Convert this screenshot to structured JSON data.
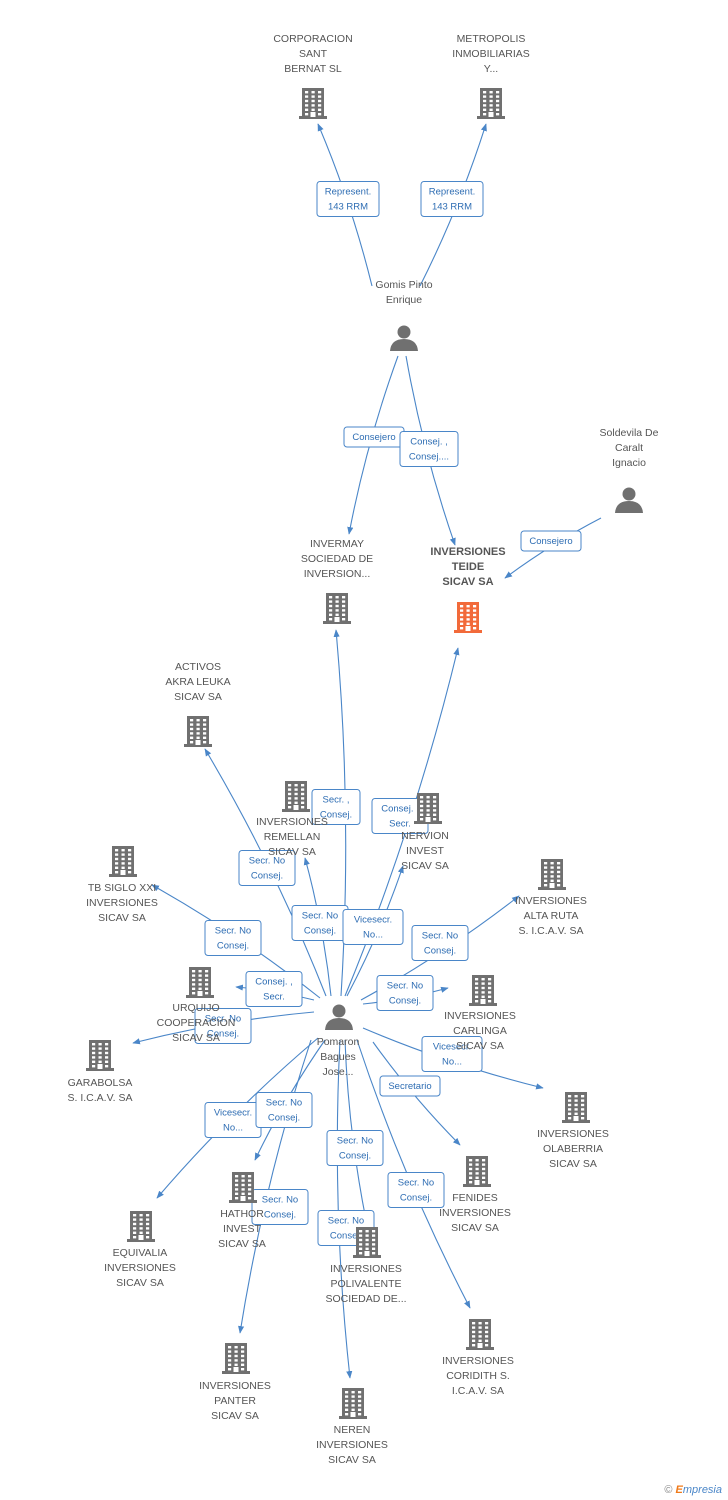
{
  "colors": {
    "edge": "#4a86c8",
    "node": "#707070",
    "main_node": "#f26a3a"
  },
  "nodes": [
    {
      "id": "corporacion",
      "type": "company",
      "label": [
        "CORPORACION",
        "SANT",
        "BERNAT  SL"
      ]
    },
    {
      "id": "metropolis",
      "type": "company",
      "label": [
        "METROPOLIS",
        "INMOBILIARIAS",
        "Y..."
      ]
    },
    {
      "id": "gomis",
      "type": "person",
      "label": [
        "Gomis Pinto",
        "Enrique"
      ]
    },
    {
      "id": "soldevila",
      "type": "person",
      "label": [
        "Soldevila De",
        "Caralt",
        "Ignacio"
      ]
    },
    {
      "id": "invermay",
      "type": "company",
      "label": [
        "INVERMAY",
        "SOCIEDAD DE",
        "INVERSION..."
      ]
    },
    {
      "id": "teide",
      "type": "main",
      "label": [
        "INVERSIONES",
        "TEIDE",
        "SICAV SA"
      ]
    },
    {
      "id": "akra",
      "type": "company",
      "label": [
        "ACTIVOS",
        "AKRA LEUKA",
        "SICAV SA"
      ]
    },
    {
      "id": "remellan",
      "type": "company",
      "label": [
        "INVERSIONES",
        "REMELLAN",
        "SICAV SA"
      ]
    },
    {
      "id": "nervion",
      "type": "company",
      "label": [
        "NERVION",
        "INVEST",
        "SICAV SA"
      ]
    },
    {
      "id": "tbsiglo",
      "type": "company",
      "label": [
        "TB SIGLO XXI",
        "INVERSIONES",
        "SICAV SA"
      ]
    },
    {
      "id": "altaruta",
      "type": "company",
      "label": [
        "INVERSIONES",
        "ALTA RUTA",
        "S. I.C.A.V. SA"
      ]
    },
    {
      "id": "urquijo",
      "type": "company",
      "label": [
        "URQUIJO",
        "COOPERACION",
        "SICAV SA"
      ]
    },
    {
      "id": "carlinga",
      "type": "company",
      "label": [
        "INVERSIONES",
        "CARLINGA",
        "SICAV SA"
      ]
    },
    {
      "id": "garabolsa",
      "type": "company",
      "label": [
        "GARABOLSA",
        "S. I.C.A.V. SA"
      ]
    },
    {
      "id": "pomaron",
      "type": "person",
      "label": [
        "Pomaron",
        "Bagues",
        "Jose..."
      ]
    },
    {
      "id": "olaberria",
      "type": "company",
      "label": [
        "INVERSIONES",
        "OLABERRIA",
        "SICAV SA"
      ]
    },
    {
      "id": "equivalia",
      "type": "company",
      "label": [
        "EQUIVALIA",
        "INVERSIONES",
        "SICAV SA"
      ]
    },
    {
      "id": "hathor",
      "type": "company",
      "label": [
        "HATHOR",
        "INVEST",
        "SICAV SA"
      ]
    },
    {
      "id": "fenides",
      "type": "company",
      "label": [
        "FENIDES",
        "INVERSIONES",
        "SICAV SA"
      ]
    },
    {
      "id": "polivalente",
      "type": "company",
      "label": [
        "INVERSIONES",
        "POLIVALENTE",
        "SOCIEDAD DE..."
      ]
    },
    {
      "id": "coridith",
      "type": "company",
      "label": [
        "INVERSIONES",
        "CORIDITH S.",
        "I.C.A.V. SA"
      ]
    },
    {
      "id": "panter",
      "type": "company",
      "label": [
        "INVERSIONES",
        "PANTER",
        "SICAV SA"
      ]
    },
    {
      "id": "neren",
      "type": "company",
      "label": [
        "NEREN",
        "INVERSIONES",
        "SICAV SA"
      ]
    }
  ],
  "edges": [
    {
      "from": "gomis",
      "to": "corporacion",
      "label": [
        "Represent.",
        "143 RRM"
      ]
    },
    {
      "from": "gomis",
      "to": "metropolis",
      "label": [
        "Represent.",
        "143 RRM"
      ]
    },
    {
      "from": "gomis",
      "to": "invermay",
      "label": [
        "Consejero"
      ]
    },
    {
      "from": "gomis",
      "to": "teide",
      "label": [
        "Consej. ,",
        "Consej...."
      ]
    },
    {
      "from": "soldevila",
      "to": "teide",
      "label": [
        "Consejero"
      ]
    },
    {
      "from": "pomaron",
      "to": "invermay",
      "label": [
        "Secr. ,",
        "Consej."
      ]
    },
    {
      "from": "pomaron",
      "to": "teide",
      "label": [
        "Consej. ,",
        "Secr."
      ]
    },
    {
      "from": "pomaron",
      "to": "akra",
      "label": [
        "Secr.  No",
        "Consej."
      ]
    },
    {
      "from": "pomaron",
      "to": "remellan",
      "label": [
        "Secr.  No",
        "Consej."
      ]
    },
    {
      "from": "pomaron",
      "to": "nervion",
      "label": [
        "Vicesecr.",
        "No..."
      ]
    },
    {
      "from": "pomaron",
      "to": "tbsiglo",
      "label": [
        "Secr.  No",
        "Consej."
      ]
    },
    {
      "from": "pomaron",
      "to": "altaruta",
      "label": [
        "Secr.  No",
        "Consej."
      ]
    },
    {
      "from": "pomaron",
      "to": "urquijo",
      "label": [
        "Consej. ,",
        "Secr."
      ]
    },
    {
      "from": "pomaron",
      "to": "carlinga",
      "label": [
        "Secr.  No",
        "Consej."
      ]
    },
    {
      "from": "pomaron",
      "to": "garabolsa",
      "label": [
        "Secr.  No",
        "Consej."
      ]
    },
    {
      "from": "pomaron",
      "to": "olaberria",
      "label": [
        "Vicesecr.",
        "No..."
      ]
    },
    {
      "from": "pomaron",
      "to": "equivalia",
      "label": [
        "Vicesecr.",
        "No..."
      ]
    },
    {
      "from": "pomaron",
      "to": "hathor",
      "label": [
        "Secr.  No",
        "Consej."
      ]
    },
    {
      "from": "pomaron",
      "to": "fenides",
      "label": [
        "Secretario"
      ]
    },
    {
      "from": "pomaron",
      "to": "polivalente",
      "label": [
        "Secr.  No",
        "Consej."
      ]
    },
    {
      "from": "pomaron",
      "to": "coridith",
      "label": [
        "Secr.  No",
        "Consej."
      ]
    },
    {
      "from": "pomaron",
      "to": "panter",
      "label": [
        "Secr.  No",
        "Consej."
      ]
    },
    {
      "from": "pomaron",
      "to": "neren",
      "label": [
        "Secr.  No",
        "Consej."
      ]
    }
  ],
  "footer": {
    "copyright": "©",
    "brand_first": "E",
    "brand_rest": "mpresia"
  }
}
